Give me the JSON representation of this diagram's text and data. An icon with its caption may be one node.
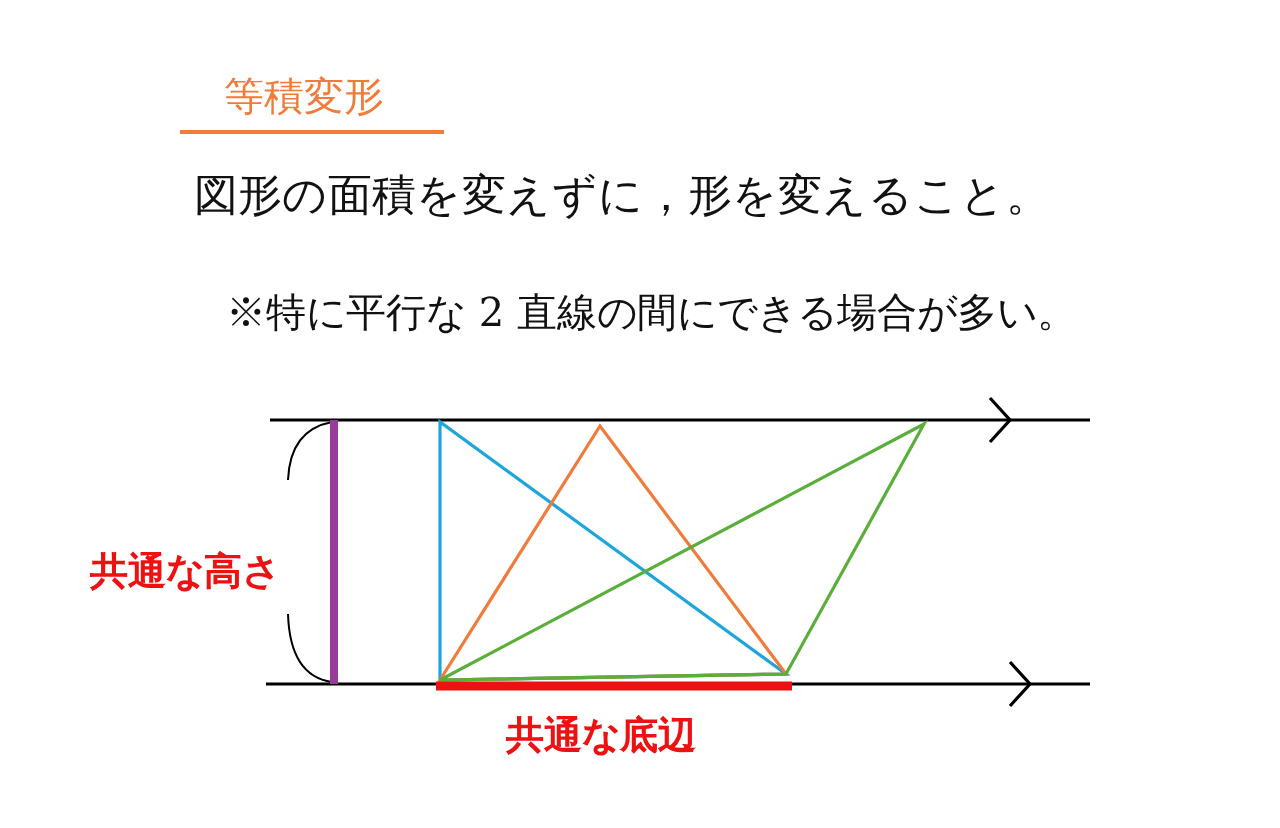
{
  "diagram": {
    "title": "等積変形",
    "labels": [
      "図形の面積を変えずに，形を変えること。",
      "※特に平行な 2 直線の間にできる場合が多い。",
      "共通な高さ",
      "共通な底辺"
    ]
  }
}
